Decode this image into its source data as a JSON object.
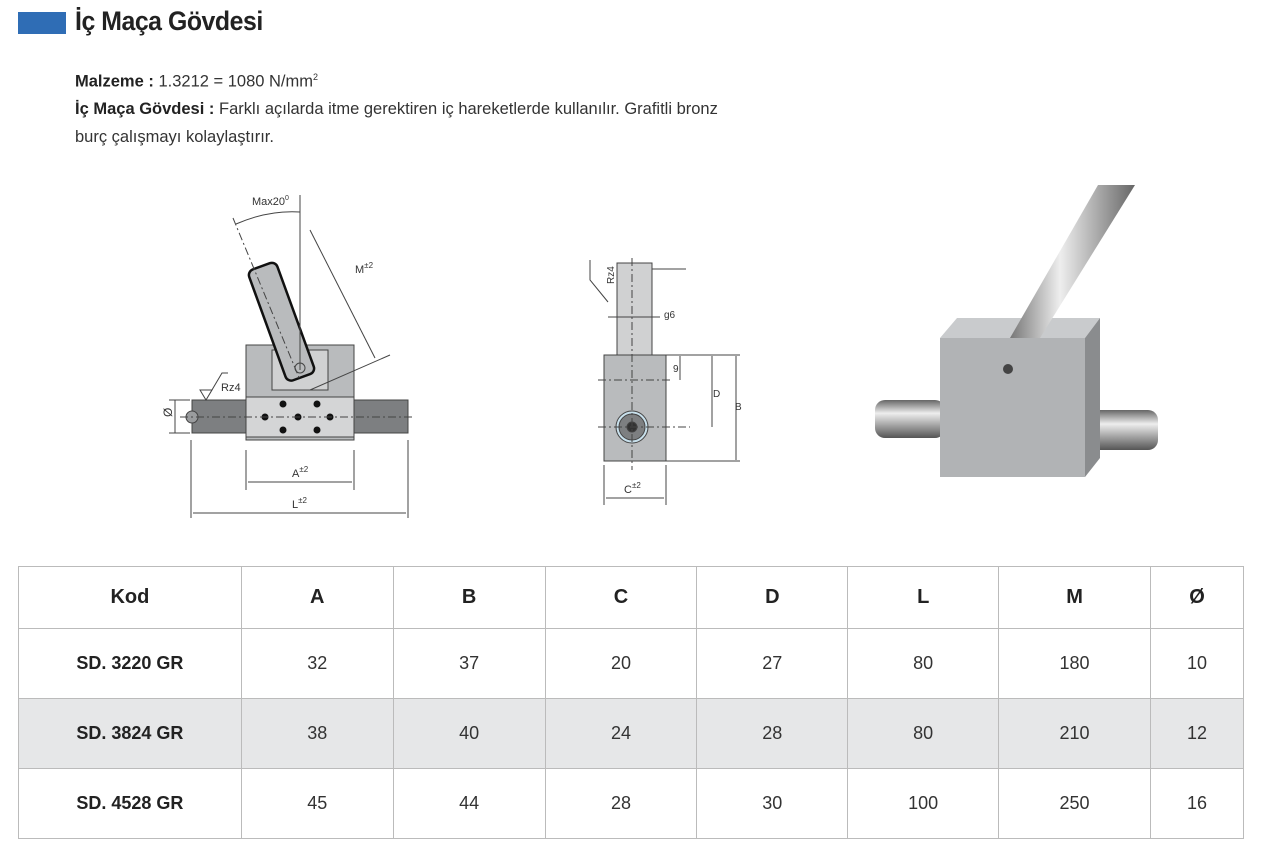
{
  "header": {
    "title": "İç Maça Gövdesi",
    "accent": "#2f6db5"
  },
  "description": {
    "material_label": "Malzeme :",
    "material_value": "1.3212 = 1080 N/mm",
    "material_sup": "2",
    "usage_label": "İç Maça Gövdesi :",
    "usage_line1": "Farklı açılarda itme gerektiren iç hareketlerde kullanılır. Grafitli bronz",
    "usage_line2": "burç çalışmayı kolaylaştırır."
  },
  "drawing_front": {
    "angle": "Max20",
    "angle_sup": "0",
    "m": "M",
    "tol": "±2",
    "rz": "Rz4",
    "dia": "Ø",
    "a": "A",
    "l": "L"
  },
  "drawing_side": {
    "rz": "Rz4",
    "g6": "g6",
    "nine": "9",
    "d": "D",
    "b": "B",
    "c": "C",
    "tol": "±2"
  },
  "table": {
    "headers": [
      "Kod",
      "A",
      "B",
      "C",
      "D",
      "L",
      "M",
      "Ø"
    ],
    "rows": [
      [
        "SD. 3220 GR",
        "32",
        "37",
        "20",
        "27",
        "80",
        "180",
        "10"
      ],
      [
        "SD. 3824 GR",
        "38",
        "40",
        "24",
        "28",
        "80",
        "210",
        "12"
      ],
      [
        "SD. 4528 GR",
        "45",
        "44",
        "28",
        "30",
        "100",
        "250",
        "16"
      ]
    ]
  }
}
